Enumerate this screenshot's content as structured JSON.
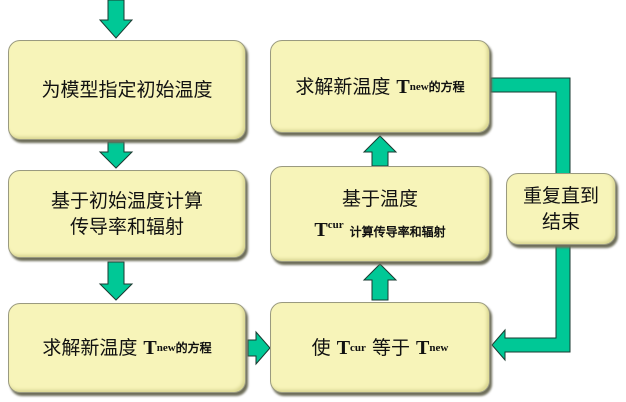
{
  "colors": {
    "arrow": "#00c896",
    "box": "#f7f4b9"
  },
  "steps": {
    "s1": "为模型指定初始温度",
    "s2a": "基于初始温度计算",
    "s2b": "传导率和辐射",
    "s3a": "求解新温度",
    "s3T": "T",
    "s3sup": "new",
    "s3b": "的方程",
    "s4a": "求解新温度",
    "s4T": "T",
    "s4sup": "new",
    "s4b": "的方程",
    "s5a": "基于温度",
    "s5T": "T",
    "s5sup": "cur",
    "s5b": "计算传导率和辐射",
    "s6a": "使",
    "s6T1": "T",
    "s6sup1": "cur",
    "s6b": "等于",
    "s6T2": "T",
    "s6sup2": "new",
    "repeat_a": "重复直到",
    "repeat_b": "结束"
  }
}
